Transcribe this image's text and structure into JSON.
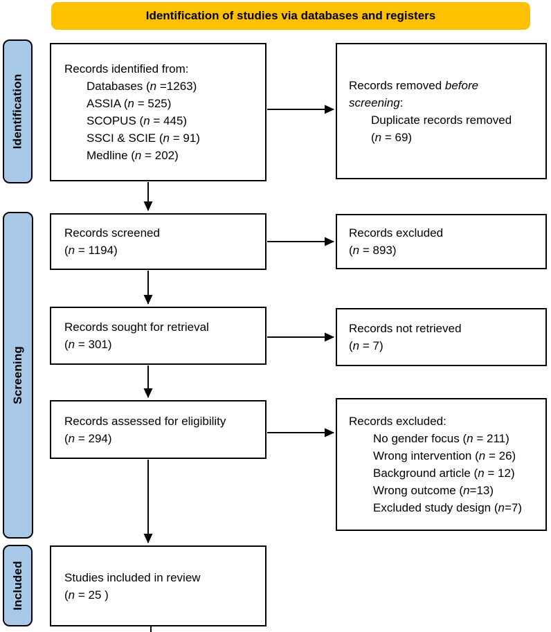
{
  "banner": {
    "label": "Identification of studies via databases and registers"
  },
  "colors": {
    "banner_bg": "#FFC000",
    "stage_bg": "#A8C8E8",
    "border": "#000000"
  },
  "stage_labels": [
    {
      "label": "Identification"
    },
    {
      "label": "Screening"
    },
    {
      "label": "Included"
    }
  ],
  "boxes": [
    {
      "id": "records-identified",
      "lines": [
        {
          "text": "Records identified from:",
          "indent": 0
        },
        {
          "text": "Databases (*n* =1263)",
          "indent": 1
        },
        {
          "text": "ASSIA (*n* = 525)",
          "indent": 1
        },
        {
          "text": "SCOPUS (*n* = 445)",
          "indent": 1
        },
        {
          "text": "SSCI & SCIE (*n* = 91)",
          "indent": 1
        },
        {
          "text": "Medline (*n* = 202)",
          "indent": 1
        }
      ]
    },
    {
      "id": "records-removed-before-screening",
      "lines": [
        {
          "text": "Records removed *before*",
          "indent": 0
        },
        {
          "text": "*screening*:",
          "indent": 0
        },
        {
          "text": "Duplicate records removed",
          "indent": 1
        },
        {
          "text": "(*n* = 69)",
          "indent": 1
        }
      ]
    },
    {
      "id": "records-screened",
      "lines": [
        {
          "text": "Records screened",
          "indent": 0
        },
        {
          "text": "(*n* = 1194)",
          "indent": 0
        }
      ]
    },
    {
      "id": "records-excluded",
      "lines": [
        {
          "text": "Records excluded",
          "indent": 0
        },
        {
          "text": "(*n* = 893)",
          "indent": 0
        }
      ]
    },
    {
      "id": "records-sought-for-retrieval",
      "lines": [
        {
          "text": "Records sought for retrieval",
          "indent": 0
        },
        {
          "text": "(*n* = 301)",
          "indent": 0
        }
      ]
    },
    {
      "id": "records-not-retrieved",
      "lines": [
        {
          "text": "Records not retrieved",
          "indent": 0
        },
        {
          "text": "(*n* = 7)",
          "indent": 0
        }
      ]
    },
    {
      "id": "records-assessed-for-eligibility",
      "lines": [
        {
          "text": "Records assessed for eligibility",
          "indent": 0
        },
        {
          "text": "(*n* = 294)",
          "indent": 0
        }
      ]
    },
    {
      "id": "records-excluded-reasons",
      "lines": [
        {
          "text": "Records excluded:",
          "indent": 0
        },
        {
          "text": "No gender focus (*n* = 211)",
          "indent": 1
        },
        {
          "text": "Wrong intervention (*n* = 26)",
          "indent": 1
        },
        {
          "text": "Background article (*n* = 12)",
          "indent": 1
        },
        {
          "text": "Wrong outcome (*n*=13)",
          "indent": 1
        },
        {
          "text": "Excluded study design (*n*=7)",
          "indent": 1
        }
      ]
    },
    {
      "id": "studies-included-in-review",
      "lines": [
        {
          "text": "Studies included in review",
          "indent": 0
        },
        {
          "text": "(*n* = 25 )",
          "indent": 0
        }
      ]
    }
  ]
}
